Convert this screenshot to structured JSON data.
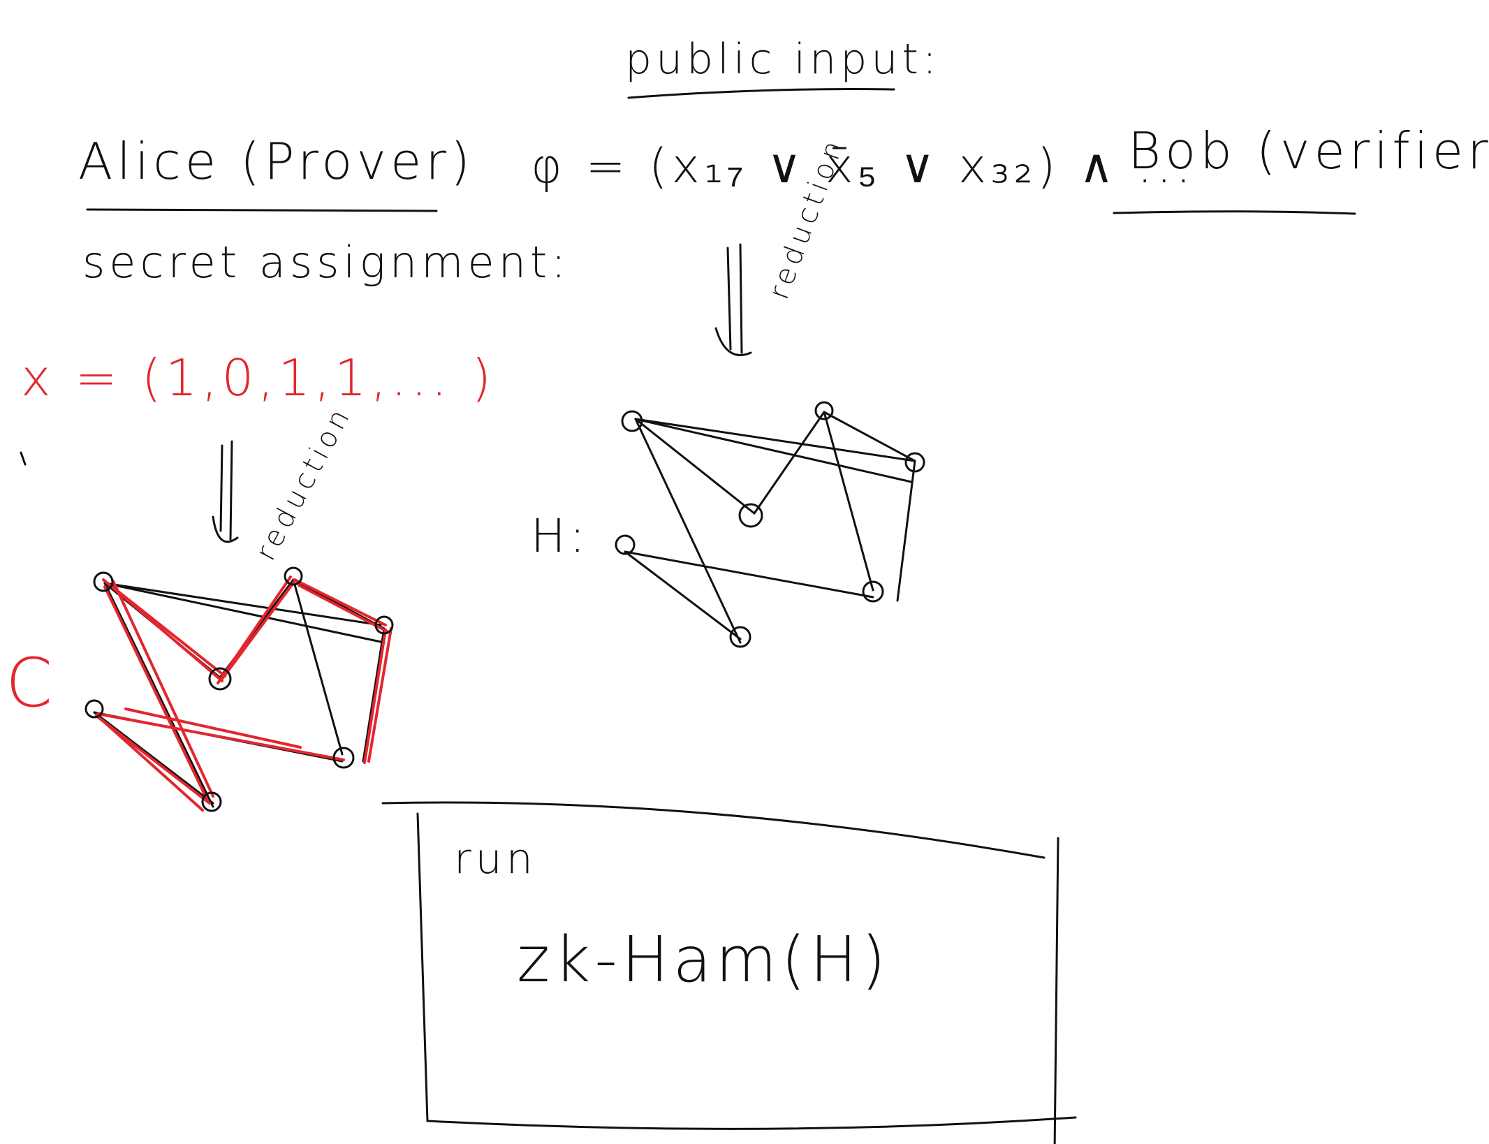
{
  "labels": {
    "public_input": "public input:",
    "alice": "Alice (Prover)",
    "bob": "Bob (verifier)",
    "formula": "φ = (x₁₇ ∨ x̄₅ ∨ x₃₂) ∧ ...",
    "secret_assignment": "secret assignment:",
    "assignment": "x = (1,0,1,1,...  )",
    "reduction_right": "reduction",
    "reduction_left": "reduction",
    "h_label": "H:",
    "c_label": "C",
    "run": "run",
    "zk_ham": "zk-Ham(H)"
  },
  "colors": {
    "ink": "#111111",
    "highlight": "#e3262e"
  }
}
